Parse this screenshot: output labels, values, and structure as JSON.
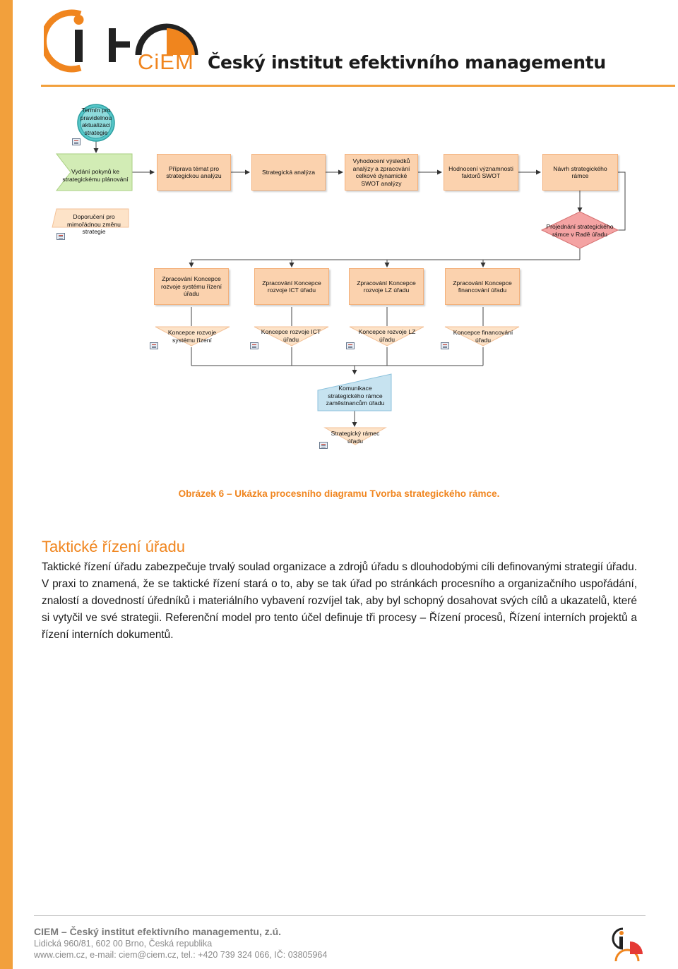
{
  "header": {
    "logo_text": "CiEM",
    "title": "Český institut efektivního managementu"
  },
  "colors": {
    "accent": "#f0851e",
    "sidebar": "#f2a03c",
    "task_fill": "#fbd2ae",
    "start_fill": "#d2ecb5",
    "event_fill": "#f4a3a3",
    "comm_fill": "#c7e3f0",
    "timer_fill": "#56c7c9"
  },
  "diagram": {
    "timer_event": "Termín pro pravidelnou aktualizaci strategie",
    "row1": [
      "Vydání pokynů ke strategickému plánování",
      "Příprava témat pro strategickou analýzu",
      "Strategická analýza",
      "Vyhodocení výsledků analýzy a zpracování celkové dynamické SWOT analýzy",
      "Hodnocení významnosti faktorů SWOT",
      "Návrh strategického rámce"
    ],
    "extraordinary_doc": "Doporučení pro mimořádnou změnu strategie",
    "review_gateway": "Projednání strategického rámce v Radě úřadu",
    "row3": [
      "Zpracování Koncepce rozvoje systému řízení úřadu",
      "Zpracování Koncepce rozvoje ICT úřadu",
      "Zpracování Koncepce rozvoje LZ úřadu",
      "Zpracování Koncepce financování úřadu"
    ],
    "row4": [
      "Koncepce rozvoje systému řízení",
      "Koncepce rozvoje ICT úřadu",
      "Koncepce rozvoje LZ úřadu",
      "Koncepce financování úřadu"
    ],
    "communication": "Komunikace strategického rámce zaměstnancům úřadu",
    "final_output": "Strategický rámec úřadu"
  },
  "caption": "Obrázek 6 – Ukázka procesního diagramu Tvorba strategického rámce.",
  "section": {
    "title": "Taktické řízení úřadu",
    "paragraph": "Taktické řízení úřadu zabezpečuje trvalý soulad organizace a zdrojů úřadu s dlouhodobými cíli definovanými strategií úřadu. V praxi to znamená, že se taktické řízení stará o to, aby se tak úřad po stránkách procesního a organizačního uspořádání, znalostí a dovedností úředníků i materiálního vybavení rozvíjel tak, aby byl schopný dosahovat svých cílů a ukazatelů, které si vytyčil ve své strategii. Referenční model pro tento účel definuje tři procesy – Řízení procesů, Řízení interních projektů a řízení interních dokumentů."
  },
  "footer": {
    "company": "CIEM – Český institut efektivního managementu, z.ú.",
    "address": "Lidická 960/81, 602 00 Brno, Česká republika",
    "contact": "www.ciem.cz, e-mail: ciem@ciem.cz, tel.: +420 739 324 066, IČ: 03805964"
  }
}
